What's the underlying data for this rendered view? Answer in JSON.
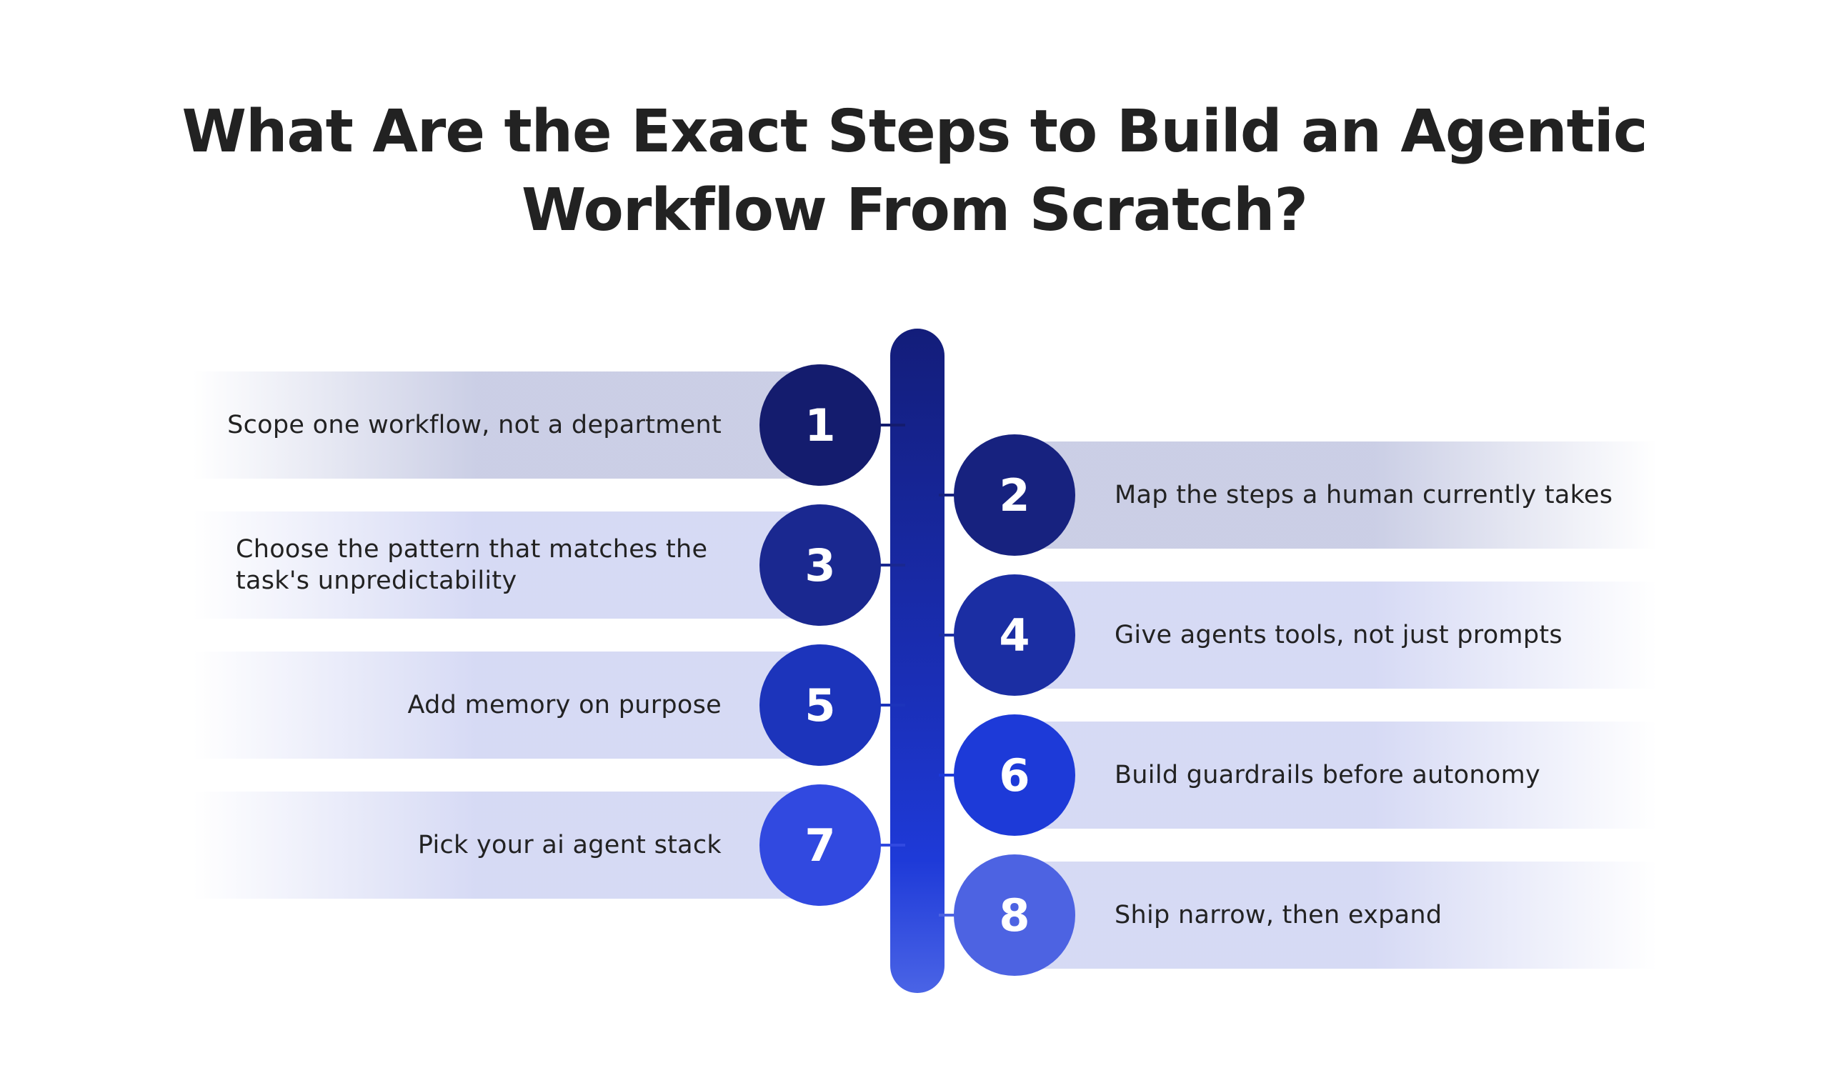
{
  "title": {
    "line1": "What Are the Exact Steps to Build an Agentic",
    "line2": "Workflow From Scratch?"
  },
  "steps": [
    {
      "number": "1",
      "text": "Scope one workflow, not a department",
      "side": "left",
      "color": "#141c6e"
    },
    {
      "number": "2",
      "text": "Map the steps a human currently takes",
      "side": "right",
      "color": "#17227f"
    },
    {
      "number": "3",
      "text": "Choose the pattern that matches the task's unpredictability",
      "side": "left",
      "color": "#1a2890"
    },
    {
      "number": "4",
      "text": "Give agents tools, not just prompts",
      "side": "right",
      "color": "#1b2ea3"
    },
    {
      "number": "5",
      "text": "Add memory on purpose",
      "side": "left",
      "color": "#1c34bb"
    },
    {
      "number": "6",
      "text": "Build guardrails before autonomy",
      "side": "right",
      "color": "#1d3ad8"
    },
    {
      "number": "7",
      "text": "Pick your ai agent stack",
      "side": "left",
      "color": "#3149e0"
    },
    {
      "number": "8",
      "text": "Ship narrow, then expand",
      "side": "right",
      "color": "#4d63e2"
    }
  ]
}
